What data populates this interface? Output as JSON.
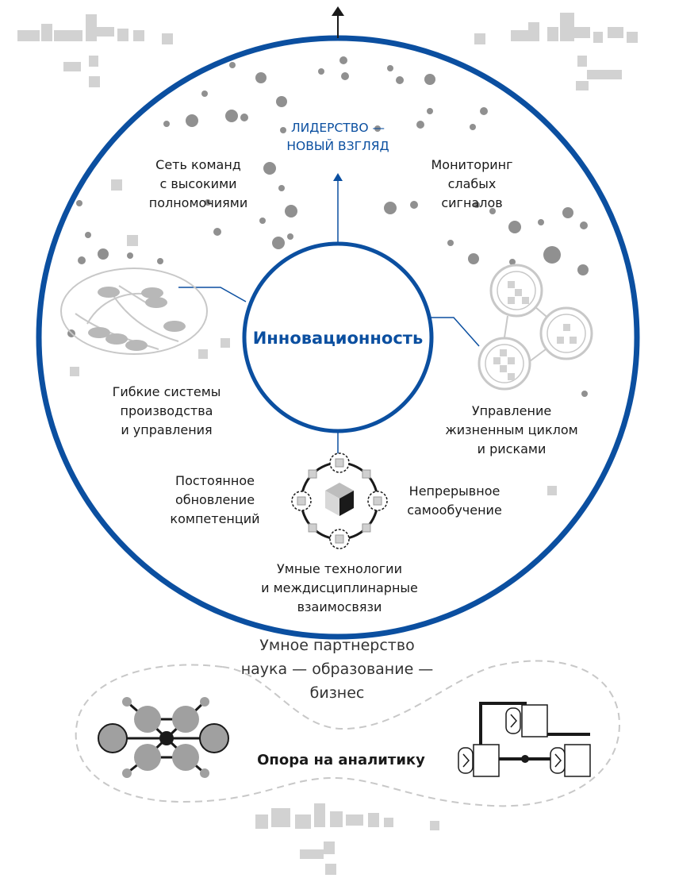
{
  "diagram": {
    "colors": {
      "primary_blue": "#0b4fa0",
      "dot_gray": "#909090",
      "tile_gray": "#d2d2d2",
      "line_gray": "#c8c8c8",
      "dark": "#1a1a1a"
    },
    "top_label": "ЛИДЕРСТВО —\nНОВЫЙ ВЗГЛЯД",
    "center_label": "Инновационность",
    "labels": {
      "network_teams": "Сеть команд\nс высокими\nполномочиями",
      "weak_signals": "Мониторинг\nслабых\nсигналов",
      "flexible_systems": "Гибкие системы\nпроизводства\nи управления",
      "lifecycle": "Управление\nжизненным циклом\nи рисками",
      "competence": "Постоянное\nобновление\nкомпетенций",
      "self_learning": "Непрерывное\nсамообучение",
      "smart_tech": "Умные технологии\nи междисциплинарные\nвзаимосвязи"
    },
    "partnership_label": "Умное партнерство\nнаука — образование —\nбизнес",
    "analytics_label": "Опора на аналитику"
  }
}
